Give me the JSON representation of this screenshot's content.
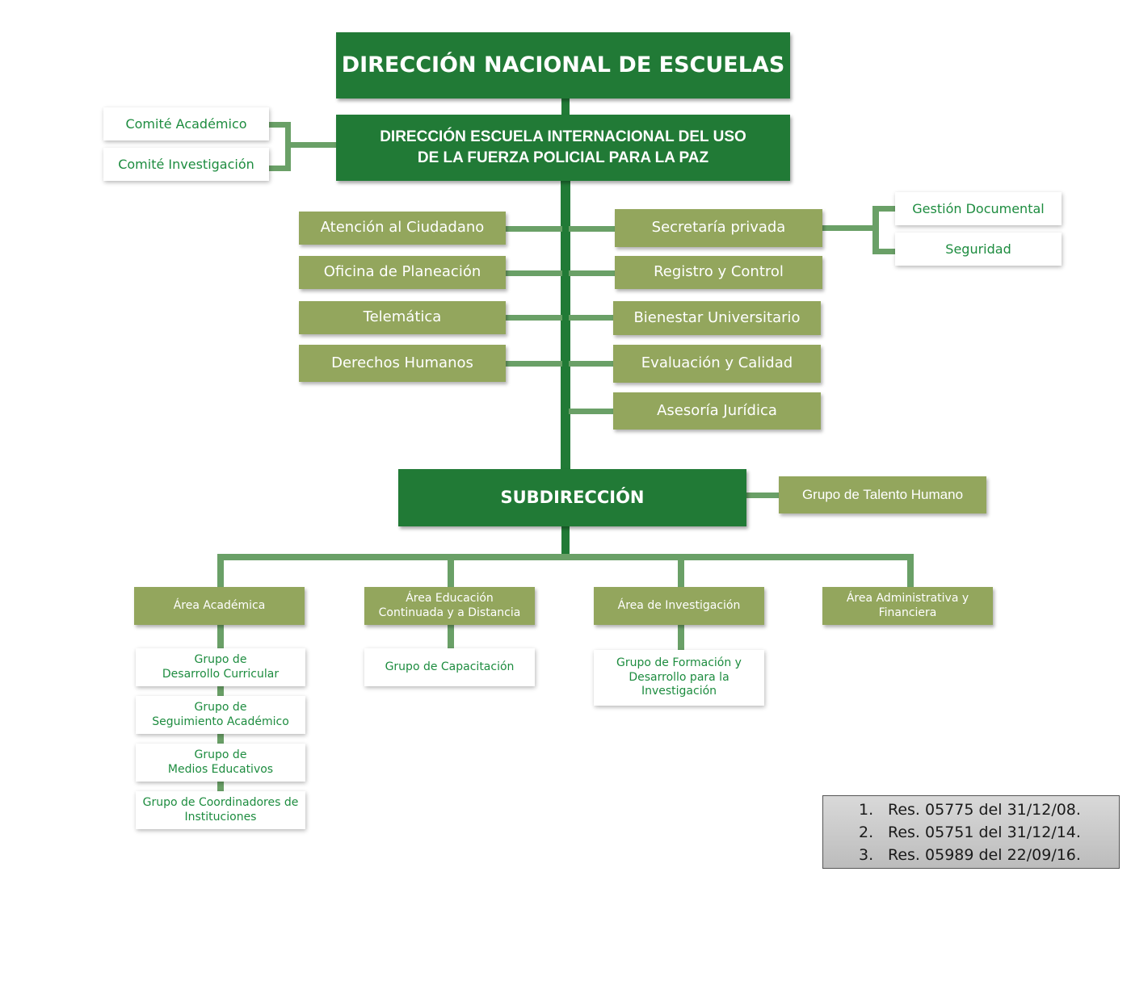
{
  "header": {
    "title": "DIRECCIÓN NACIONAL DE ESCUELAS"
  },
  "direction": {
    "title_line1": "DIRECCIÓN ESCUELA INTERNACIONAL DEL USO",
    "title_line2": "DE LA FUERZA POLICIAL PARA LA PAZ"
  },
  "committees": [
    "Comité Académico",
    "Comité Investigación"
  ],
  "left_offices": [
    "Atención al Ciudadano",
    "Oficina de Planeación",
    "Telemática",
    "Derechos Humanos"
  ],
  "right_offices": [
    "Secretaría privada",
    "Registro y Control",
    "Bienestar Universitario",
    "Evaluación y Calidad",
    "Asesoría Jurídica"
  ],
  "secretaria_groups": [
    "Gestión Documental",
    "Seguridad"
  ],
  "subdirection": {
    "title": "SUBDIRECCIÓN",
    "side_group": "Grupo de Talento Humano"
  },
  "areas": [
    {
      "line1": "Área Académica",
      "line2": ""
    },
    {
      "line1": "Área Educación",
      "line2": "Continuada y a Distancia"
    },
    {
      "line1": "Área de Investigación",
      "line2": ""
    },
    {
      "line1": "Área Administrativa y",
      "line2": "Financiera"
    }
  ],
  "academic_groups": [
    {
      "line1": "Grupo de",
      "line2": "Desarrollo Curricular"
    },
    {
      "line1": "Grupo de",
      "line2": "Seguimiento Académico"
    },
    {
      "line1": "Grupo de",
      "line2": "Medios Educativos"
    },
    {
      "line1": "Grupo de Coordinadores de",
      "line2": "Instituciones"
    }
  ],
  "education_group": "Grupo de Capacitación",
  "research_group": {
    "line1": "Grupo de Formación y",
    "line2": "Desarrollo para la",
    "line3": "Investigación"
  },
  "resolutions": [
    {
      "num": "1.",
      "text": "Res. 05775 del 31/12/08."
    },
    {
      "num": "2.",
      "text": "Res. 05751 del 31/12/14."
    },
    {
      "num": "3.",
      "text": "Res. 05989 del 22/09/16."
    }
  ],
  "colors": {
    "dark_green": "#217a36",
    "olive": "#93a65d",
    "line_green": "#6aa067",
    "text_green": "#1d8c3f"
  }
}
